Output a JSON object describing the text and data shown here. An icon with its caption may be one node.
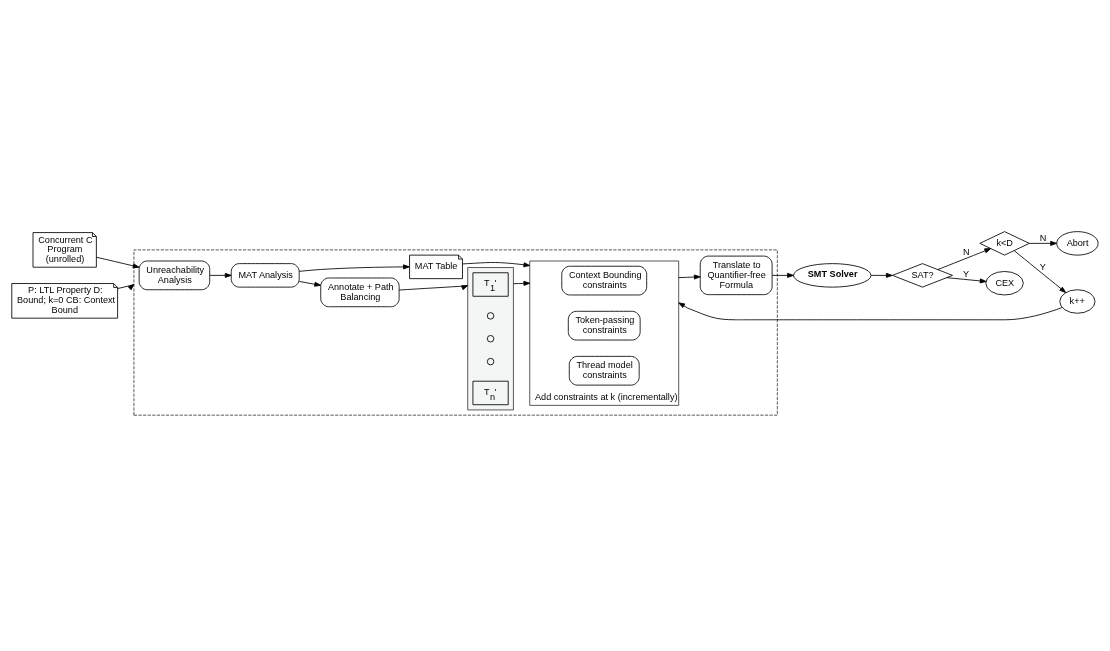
{
  "diagram": {
    "nodes": [
      {
        "text": [],
        "shape": "box"
      },
      {
        "text": [
          "Concurrent C Program (unrolled)"
        ]
      },
      {
        "text": [
          "Unreachability Analysis"
        ],
        "in": 0
      },
      {
        "text": [
          "MAT Analysis"
        ],
        "in": 0
      },
      {
        "text": [
          "Annotate + Path Balancing"
        ],
        "in": 0
      },
      {
        "text": [],
        "shape": "box",
        "in": 0
      },
      {
        "text": [
          "T$_{1}$'"
        ],
        "in": 5
      },
      {
        "text": [],
        "shape": "circle",
        "in": 5
      },
      {
        "text": [],
        "shape": "circle",
        "in": 5
      },
      {
        "text": [],
        "shape": "circle",
        "in": 5
      },
      {
        "text": [
          "T$_{n}$'"
        ],
        "in": 5
      },
      {
        "text": [
          "MAT Table"
        ],
        "in": 0
      },
      {
        "text": [
          "P: LTL Property D: Bound; k=0 CB: Context Bound"
        ]
      },
      {
        "text": [
          "Add constraints at k (incrementally)"
        ],
        "in": 0
      },
      {
        "text": [
          "Context Bounding constraints"
        ],
        "in": 13
      },
      {
        "text": [
          "Token-passing constraints"
        ],
        "in": 13
      },
      {
        "text": [
          "Thread model constraints"
        ],
        "in": 13
      },
      {
        "text": [
          "Translate to Quantifier-free Formula"
        ],
        "in": 0
      },
      {
        "text": [
          "SMT Solver"
        ]
      },
      {
        "text": [
          "SAT?"
        ]
      },
      {
        "text": [
          "CEX"
        ]
      },
      {
        "text": [
          "k++"
        ]
      },
      {
        "text": [
          "k<D"
        ]
      },
      {
        "text": [
          "Abort"
        ]
      }
    ],
    "edges": [
      {
        "from": 1,
        "to": 2,
        "arrow": "to"
      },
      {
        "from": 2,
        "to": 3,
        "arrow": "to"
      },
      {
        "from": 3,
        "to": 4,
        "arrow": "to"
      },
      {
        "from": 4,
        "to": 5,
        "arrow": "to"
      },
      {
        "from": 3,
        "to": 11,
        "arrow": "to"
      },
      {
        "from": 11,
        "to": 13,
        "arrow": "to"
      },
      {
        "from": 5,
        "to": 13,
        "arrow": "to"
      },
      {
        "from": 12,
        "to": 0,
        "arrow": "to"
      },
      {
        "from": 13,
        "to": 17,
        "arrow": "to"
      },
      {
        "from": 17,
        "to": 18,
        "arrow": "to"
      },
      {
        "from": 18,
        "to": 19,
        "arrow": "to"
      },
      {
        "from": 19,
        "to": 20,
        "arrow": "to",
        "label": "Y"
      },
      {
        "from": 19,
        "to": 22,
        "arrow": "to",
        "label": "N"
      },
      {
        "from": 22,
        "to": 21,
        "arrow": "to",
        "label": "Y"
      },
      {
        "from": 21,
        "to": 13,
        "arrow": "to"
      },
      {
        "from": 22,
        "to": 23,
        "arrow": "to",
        "label": "N"
      }
    ]
  }
}
